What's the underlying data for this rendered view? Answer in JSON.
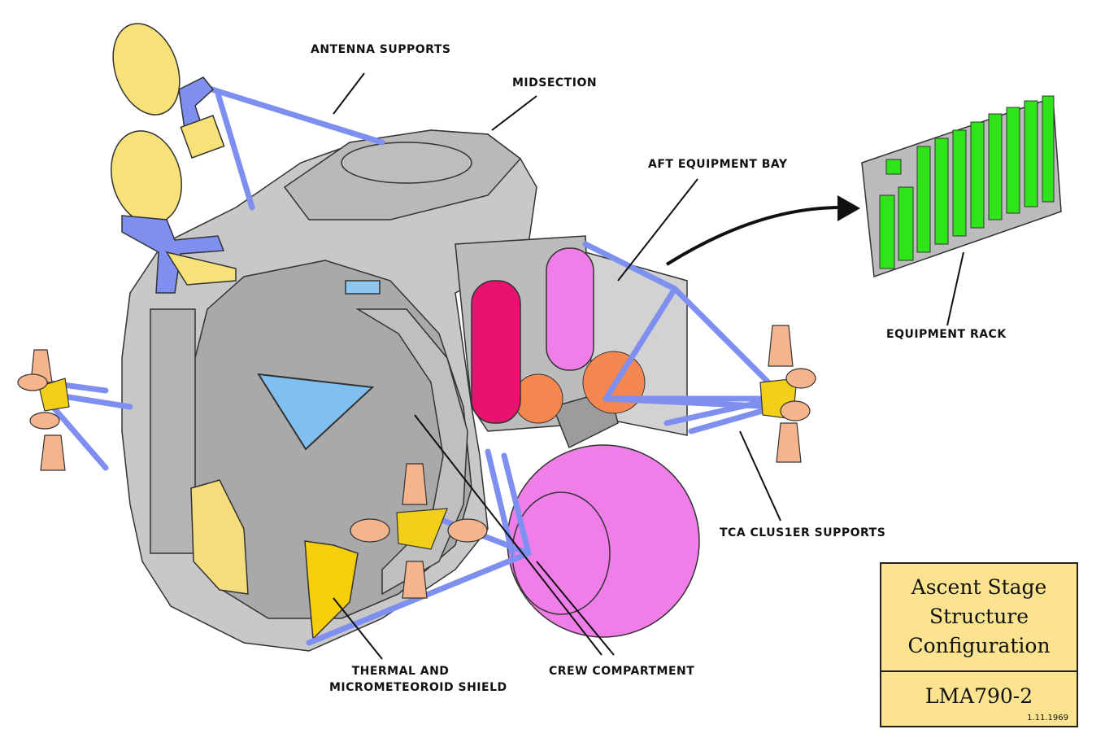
{
  "labels": {
    "antenna_supports": "ANTENNA SUPPORTS",
    "midsection": "MIDSECTION",
    "aft_equipment_bay": "AFT EQUIPMENT BAY",
    "equipment_rack": "EQUIPMENT RACK",
    "tca_cluster_supports": "TCA CLUS1ER SUPPORTS",
    "thermal_shield_line1": "THERMAL AND",
    "thermal_shield_line2": "MICROMETEOROID SHIELD",
    "crew_compartment": "CREW COMPARTMENT"
  },
  "title_box": {
    "title_line1": "Ascent Stage",
    "title_line2": "Structure",
    "title_line3": "Configuration",
    "doc_id": "LMA790-2",
    "date": "1.11.1969"
  },
  "colors": {
    "structure": "#c8c8c8",
    "structure_dark": "#a9a9a9",
    "struts": "#7f8ff0",
    "antenna_dish": "#f7e27a",
    "window": "#7fc0f0",
    "tank_red": "#e8136f",
    "tank_pink": "#f07ee8",
    "thruster": "#f6b48c",
    "thruster_bracket": "#f2cf19",
    "heat_shield": "#f6cf0c",
    "rack": "#2ee51a",
    "title_box_bg": "#fbe390"
  }
}
